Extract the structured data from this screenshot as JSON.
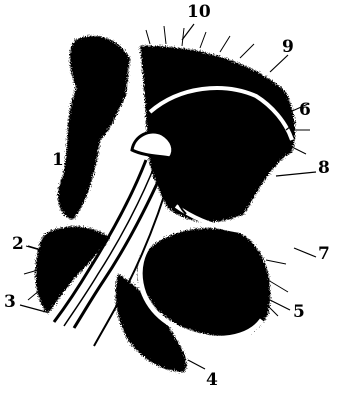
{
  "figure": {
    "background": "#ffffff",
    "ink": "#000000",
    "labels": [
      "1",
      "2",
      "3",
      "4",
      "5",
      "6",
      "7",
      "8",
      "9",
      "10"
    ]
  }
}
